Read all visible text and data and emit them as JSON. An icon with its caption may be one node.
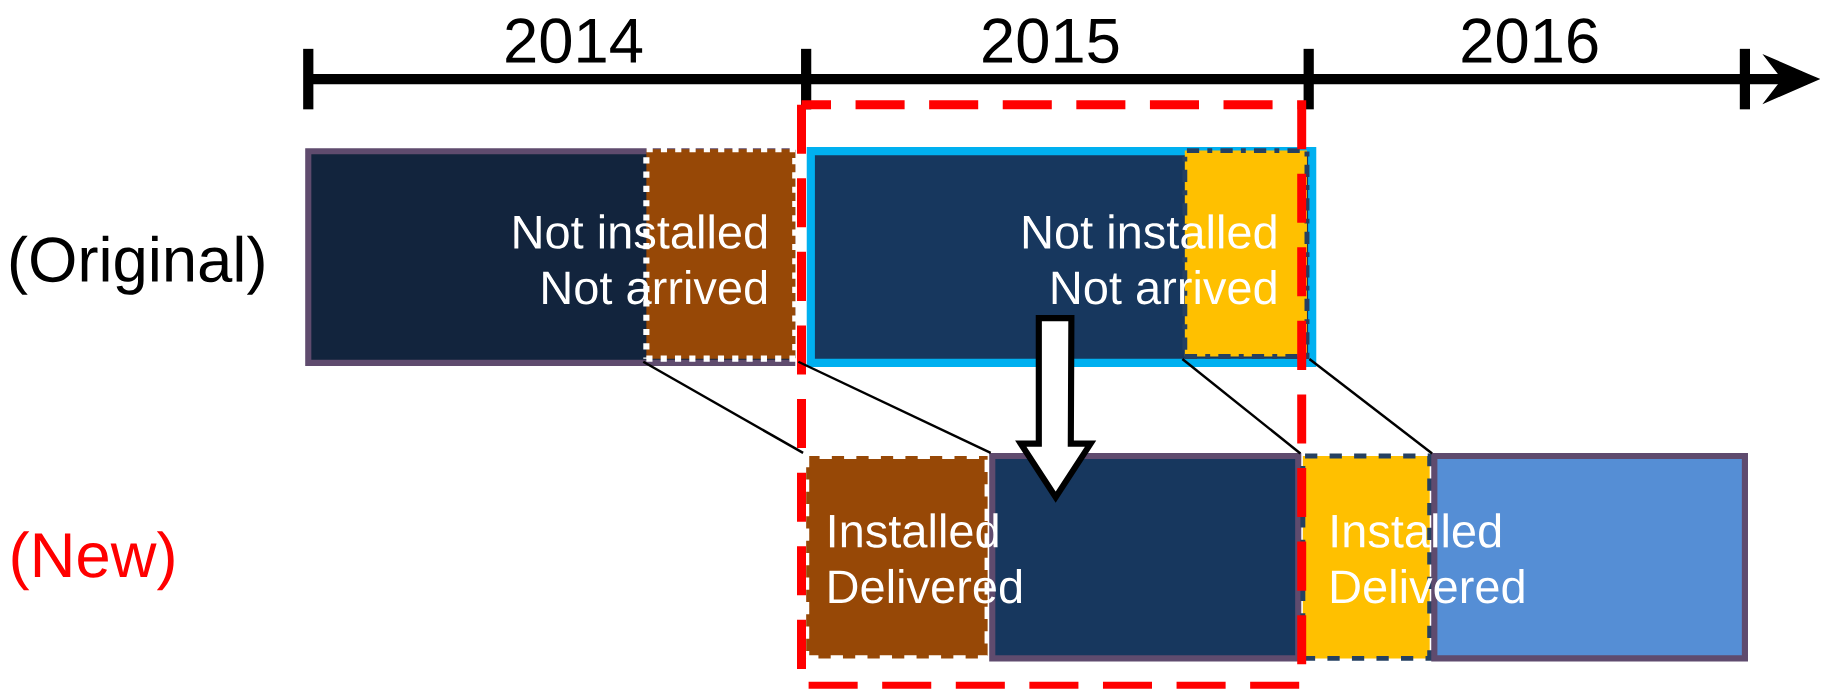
{
  "diagram": {
    "nodes": [
      {
        "text": [
          "Not installed Not arrived"
        ]
      },
      {
        "text": [],
        "shape": "box",
        "in": 0
      },
      {
        "text": [
          "Not installed Not arrived"
        ]
      },
      {
        "text": [],
        "shape": "box",
        "in": 2
      },
      {
        "text": [
          "Installed Delivered"
        ]
      },
      {
        "text": [],
        "shape": "box"
      },
      {
        "text": [
          "Installed Delivered"
        ]
      },
      {
        "text": [],
        "shape": "box"
      }
    ],
    "edges": [
      {
        "from": 1,
        "to": 4,
        "arrow": "none"
      },
      {
        "from": 1,
        "to": 4,
        "arrow": "none"
      },
      {
        "from": 3,
        "to": 6,
        "arrow": "none"
      },
      {
        "from": 3,
        "to": 6,
        "arrow": "none"
      },
      {
        "from": 2,
        "to": 5,
        "arrow": "to"
      }
    ],
    "labels": [
      "2014",
      "2015",
      "2016",
      "(Original)",
      "(New)"
    ]
  }
}
